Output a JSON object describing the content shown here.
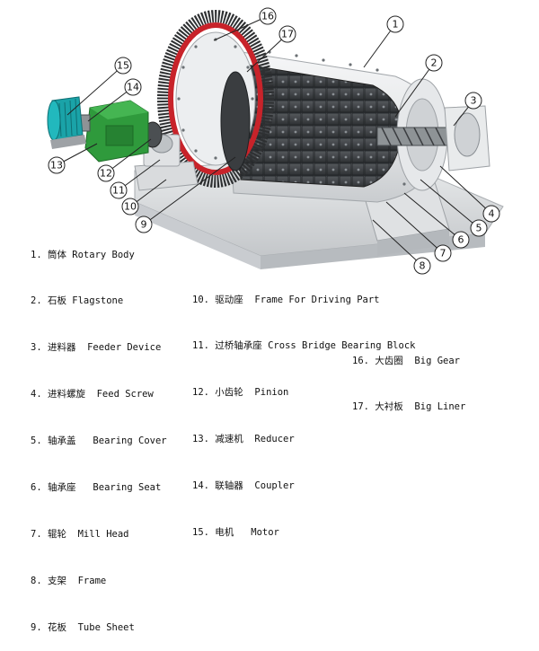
{
  "callouts": [
    {
      "n": "1"
    },
    {
      "n": "2"
    },
    {
      "n": "3"
    },
    {
      "n": "4"
    },
    {
      "n": "5"
    },
    {
      "n": "6"
    },
    {
      "n": "7"
    },
    {
      "n": "8"
    },
    {
      "n": "9"
    },
    {
      "n": "10"
    },
    {
      "n": "11"
    },
    {
      "n": "12"
    },
    {
      "n": "13"
    },
    {
      "n": "14"
    },
    {
      "n": "15"
    },
    {
      "n": "16"
    },
    {
      "n": "17"
    }
  ],
  "legend": {
    "left": [
      "1. 筒体 Rotary Body",
      "2. 石板 Flagstone",
      "3. 进料器  Feeder Device",
      "4. 进料螺旋  Feed Screw",
      "5. 轴承盖   Bearing Cover",
      "6. 轴承座   Bearing Seat",
      "7. 辊轮  Mill Head",
      "8. 支架  Frame",
      "9. 花板  Tube Sheet"
    ],
    "middle": [
      "10. 驱动座  Frame For Driving Part",
      "11. 过桥轴承座 Cross Bridge Bearing Block",
      "12. 小齿轮  Pinion",
      "13. 减速机  Reducer",
      "14. 联轴器  Coupler",
      "15. 电机   Motor"
    ],
    "right": [
      "16. 大齿圈  Big Gear",
      "17. 大衬板  Big Liner"
    ]
  },
  "colors": {
    "shell": "#e9ebec",
    "liner": "#3a3d40",
    "gear": "#2e3032",
    "gear_ring": "#c8232a",
    "reducer": "#2f9a3c",
    "motor": "#1aa3a8",
    "base": "#d8dadb",
    "leader": "#222222"
  }
}
